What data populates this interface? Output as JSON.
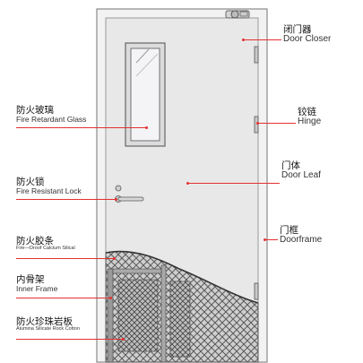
{
  "colors": {
    "accent": "#e53030",
    "door_fill": "#e8e8e8",
    "outline": "#777777",
    "glass": "#f4f4f6"
  },
  "labels": {
    "door_closer": {
      "zh": "闭门器",
      "en": "Door Closer"
    },
    "hinge": {
      "zh": "铰链",
      "en": "Hinge"
    },
    "door_leaf": {
      "zh": "门体",
      "en": "Door Leaf"
    },
    "doorframe": {
      "zh": "门框",
      "en": "Doorframe"
    },
    "fire_glass": {
      "zh": "防火玻璃",
      "en": "Fire Retardant Glass"
    },
    "fire_lock": {
      "zh": "防火锁",
      "en": "Fire Resistant Lock"
    },
    "fire_strip": {
      "zh": "防火胶条",
      "en": "Fire—Droof Calcium Silical"
    },
    "inner_frame": {
      "zh": "内骨架",
      "en": "Inner Frame"
    },
    "rock_cotton": {
      "zh": "防火珍珠岩板",
      "en": "Alumina Silicate Rock Cotton"
    }
  }
}
